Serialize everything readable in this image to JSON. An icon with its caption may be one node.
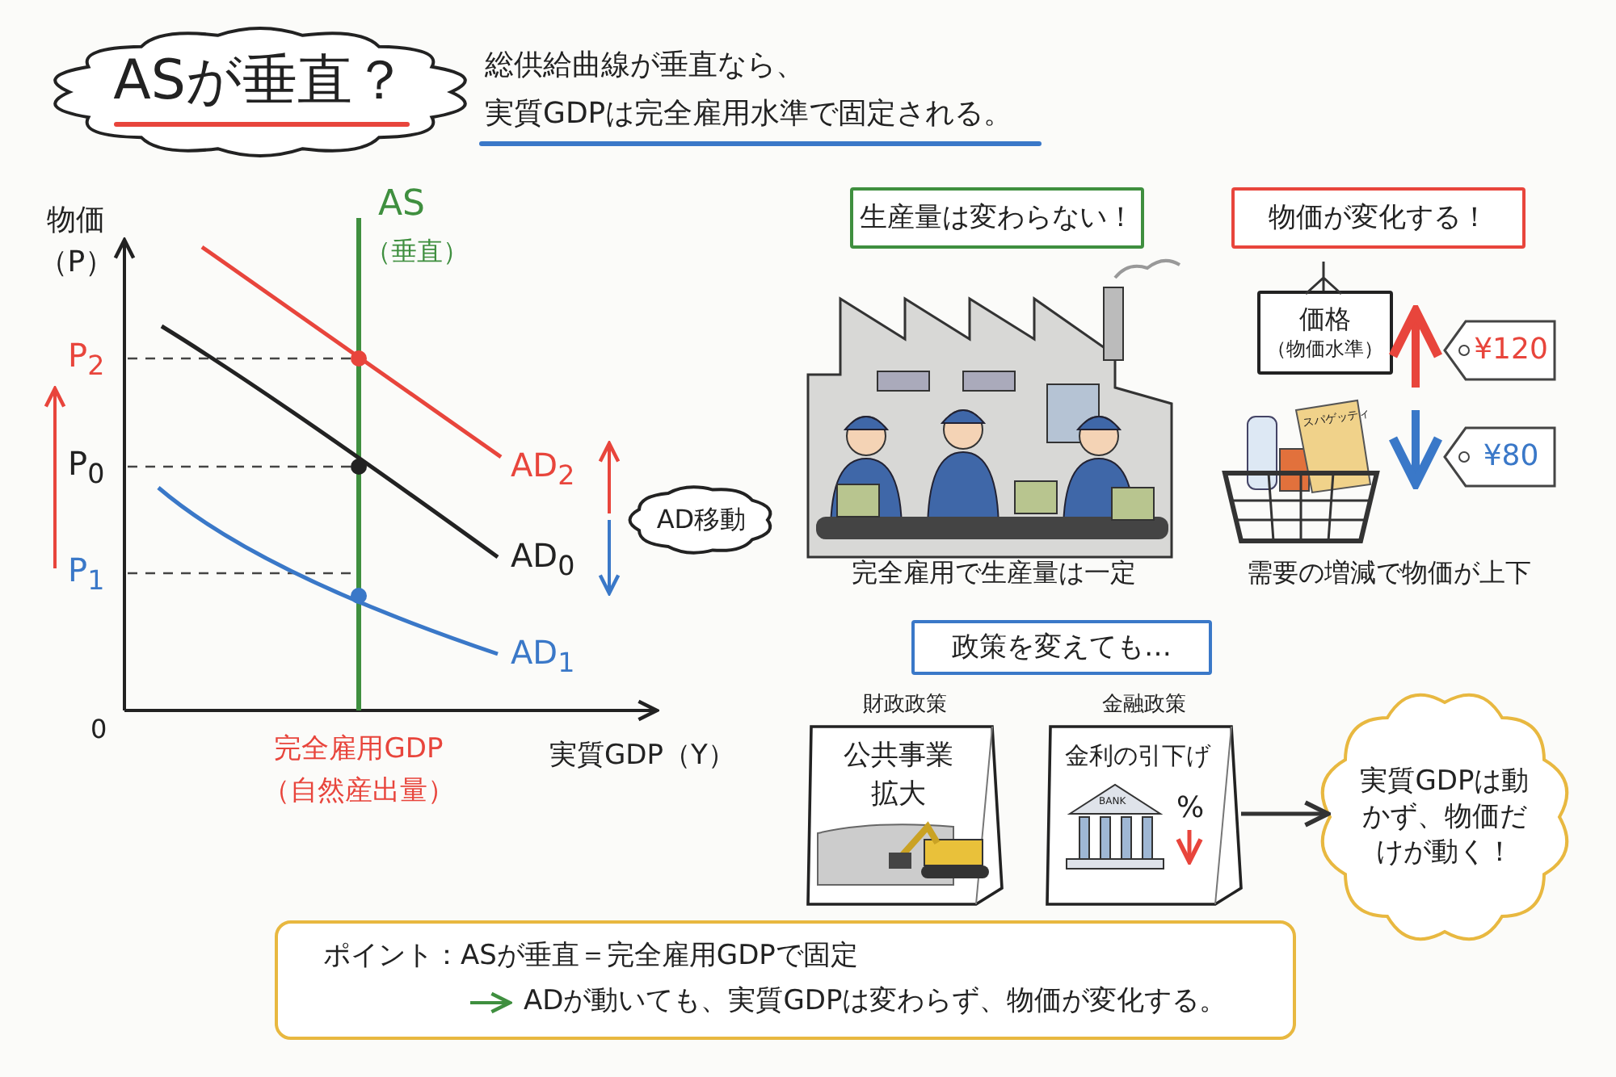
{
  "diagram": {
    "title": "ASが垂直？",
    "nodes": [
      {
        "text": [
          "AD移動"
        ]
      },
      {
        "text": [
          "生産量は変わらない！"
        ]
      },
      {
        "text": [
          "物価が変化する！"
        ]
      },
      {
        "text": [
          "価格",
          "（物価水準）"
        ]
      },
      {
        "text": [
          "¥120"
        ]
      },
      {
        "text": [
          "¥80"
        ]
      },
      {
        "text": [
          "政策を変えても…"
        ]
      },
      {
        "text": [
          "財政政策",
          "公共事業拡大"
        ]
      },
      {
        "text": [
          "金融政策",
          "金利の引下げ"
        ]
      },
      {
        "text": [
          "実質GDPは動かず、物価だけが動く！"
        ]
      },
      {
        "text": [
          "ポイント：ASが垂直＝完全雇用GDPで固定",
          "ADが動いても、実質GDPは変わらず、物価が変化する。"
        ]
      }
    ],
    "edges": [
      {
        "from": 8,
        "to": 9,
        "arrow": "to"
      }
    ],
    "labels": [
      "総供給曲線が垂直なら、",
      "実質GDPは完全雇用水準で固定される。",
      "物価（P）",
      "AS",
      "（垂直）",
      "P$_{2}$",
      "P$_{0}$",
      "P$_{1}$",
      "AD$_{2}$",
      "AD$_{0}$",
      "AD$_{1}$",
      "0",
      "完全雇用GDP",
      "（自然産出量）",
      "実質GDP（Y）",
      "スパゲッティ",
      "完全雇用で生産量は一定",
      "需要の増減で物価が上下",
      "BANK",
      "%"
    ]
  }
}
